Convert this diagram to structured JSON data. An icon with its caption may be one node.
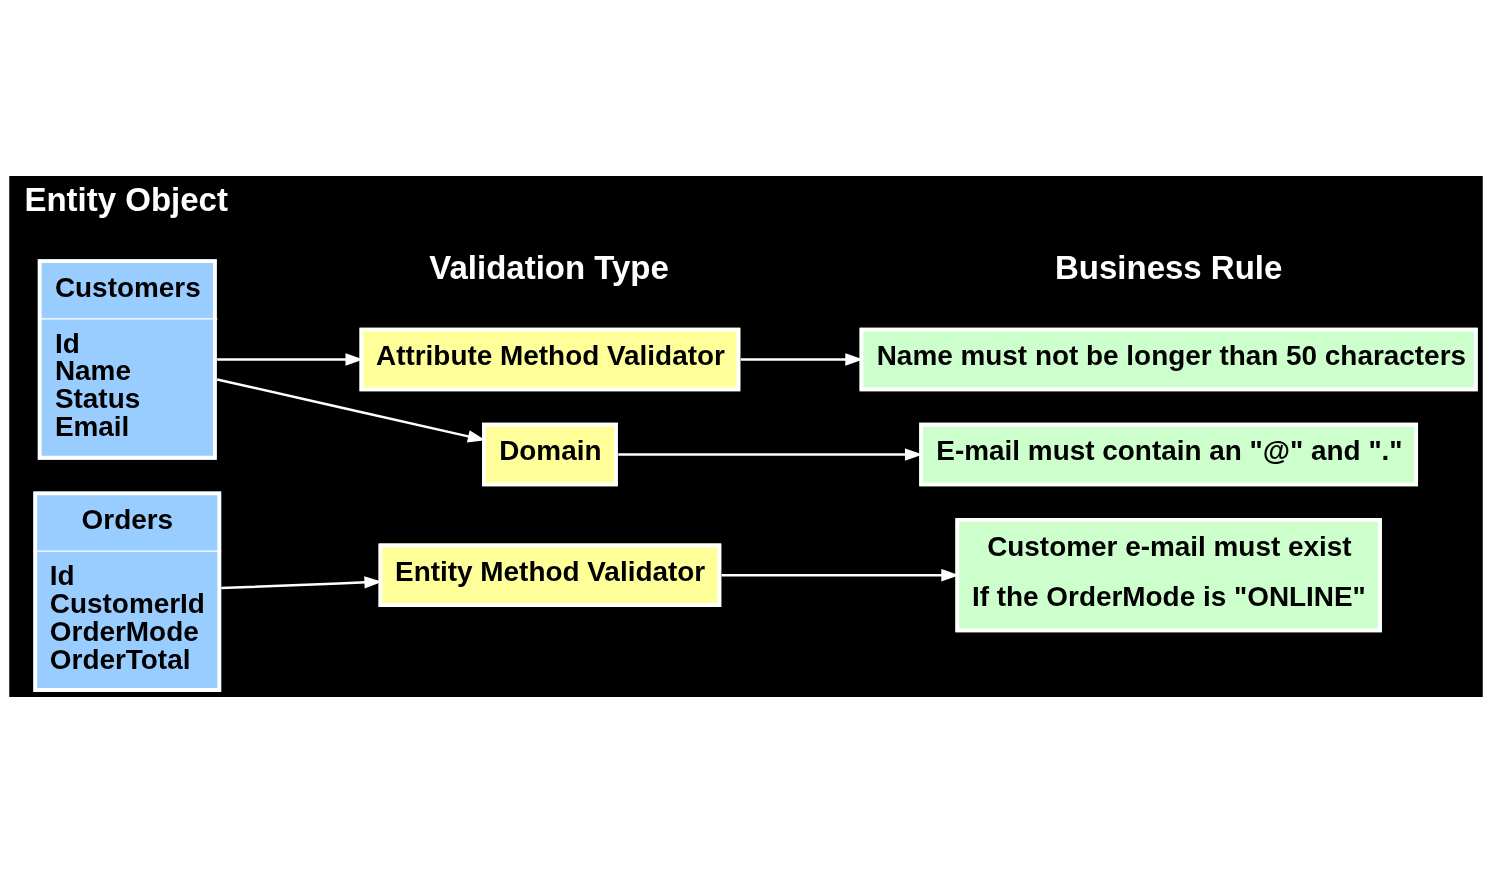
{
  "diagram": {
    "nodes": [
      {
        "text": [
          "Customers",
          "Id",
          "Name",
          "Status",
          "Email"
        ]
      },
      {
        "text": [
          "Attribute Method Validator"
        ]
      },
      {
        "text": [
          "Domain"
        ]
      },
      {
        "text": [
          "Name must not be longer than 50 characters"
        ]
      },
      {
        "text": [
          "E-mail must contain an \"@\" and \".\""
        ]
      },
      {
        "text": [
          "Orders",
          "Id",
          "CustomerId",
          "OrderMode",
          "OrderTotal"
        ]
      },
      {
        "text": [
          "Entity Method Validator"
        ]
      },
      {
        "text": [
          "Customer e-mail must exist",
          "If the OrderMode is \"ONLINE\""
        ]
      }
    ],
    "edges": [
      {
        "from": 0,
        "to": 1,
        "arrow": "to"
      },
      {
        "from": 1,
        "to": 3,
        "arrow": "to"
      },
      {
        "from": 0,
        "to": 2,
        "arrow": "to"
      },
      {
        "from": 2,
        "to": 4,
        "arrow": "to"
      },
      {
        "from": 5,
        "to": 6,
        "arrow": "to"
      },
      {
        "from": 6,
        "to": 7,
        "arrow": "to"
      }
    ],
    "labels": [
      "Entity Object",
      "Validation Type",
      "Business Rule"
    ]
  }
}
